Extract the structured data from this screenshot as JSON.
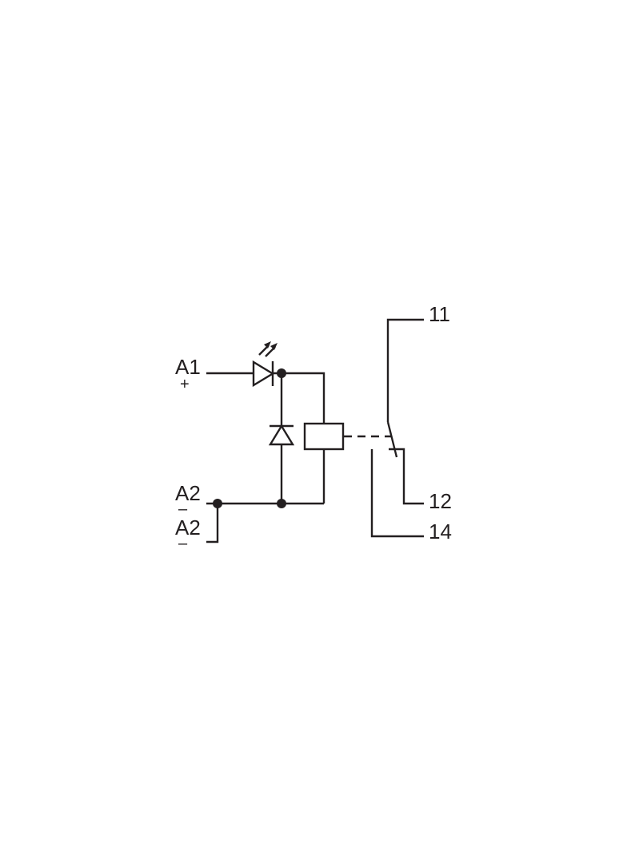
{
  "colors": {
    "line": "#231f20",
    "background": "#ffffff"
  },
  "labels": {
    "a1": "A1",
    "a1_sign": "+",
    "a2_top": "A2",
    "a2_top_sign": "–",
    "a2_bottom": "A2",
    "a2_bottom_sign": "–",
    "t11": "11",
    "t12": "12",
    "t14": "14"
  },
  "icons": [
    "led-diode-icon",
    "freewheel-diode-icon",
    "relay-coil-icon",
    "changeover-contact-icon"
  ]
}
